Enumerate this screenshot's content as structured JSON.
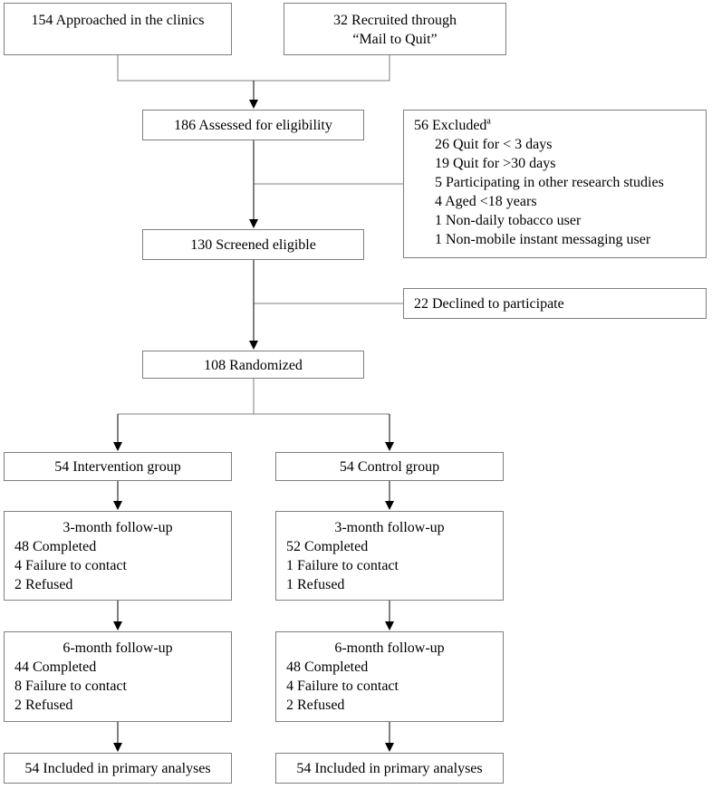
{
  "sources": {
    "clinics": "154 Approached in the clinics",
    "mail_line1": "32 Recruited through",
    "mail_line2": "“Mail to Quit”"
  },
  "assessed": "186 Assessed for eligibility",
  "excluded": {
    "title": "56 Excluded",
    "footnote_mark": "a",
    "reasons": [
      "26 Quit for < 3 days",
      "19 Quit for >30 days",
      "5 Participating in other research studies",
      "4 Aged <18 years",
      "1 Non-daily tobacco user",
      "1 Non-mobile instant messaging user"
    ]
  },
  "screened": "130 Screened eligible",
  "declined": "22 Declined to participate",
  "randomized": "108 Randomized",
  "intervention": {
    "group": "54 Intervention group",
    "m3": {
      "title": "3-month follow-up",
      "lines": [
        "48 Completed",
        "4 Failure to contact",
        "2 Refused"
      ]
    },
    "m6": {
      "title": "6-month follow-up",
      "lines": [
        "44 Completed",
        "8 Failure to contact",
        "2 Refused"
      ]
    },
    "analysis": "54 Included in primary analyses"
  },
  "control": {
    "group": "54 Control group",
    "m3": {
      "title": "3-month follow-up",
      "lines": [
        "52 Completed",
        "1 Failure to contact",
        "1 Refused"
      ]
    },
    "m6": {
      "title": "6-month follow-up",
      "lines": [
        "48 Completed",
        "4 Failure to contact",
        "2 Refused"
      ]
    },
    "analysis": "54 Included in primary analyses"
  }
}
